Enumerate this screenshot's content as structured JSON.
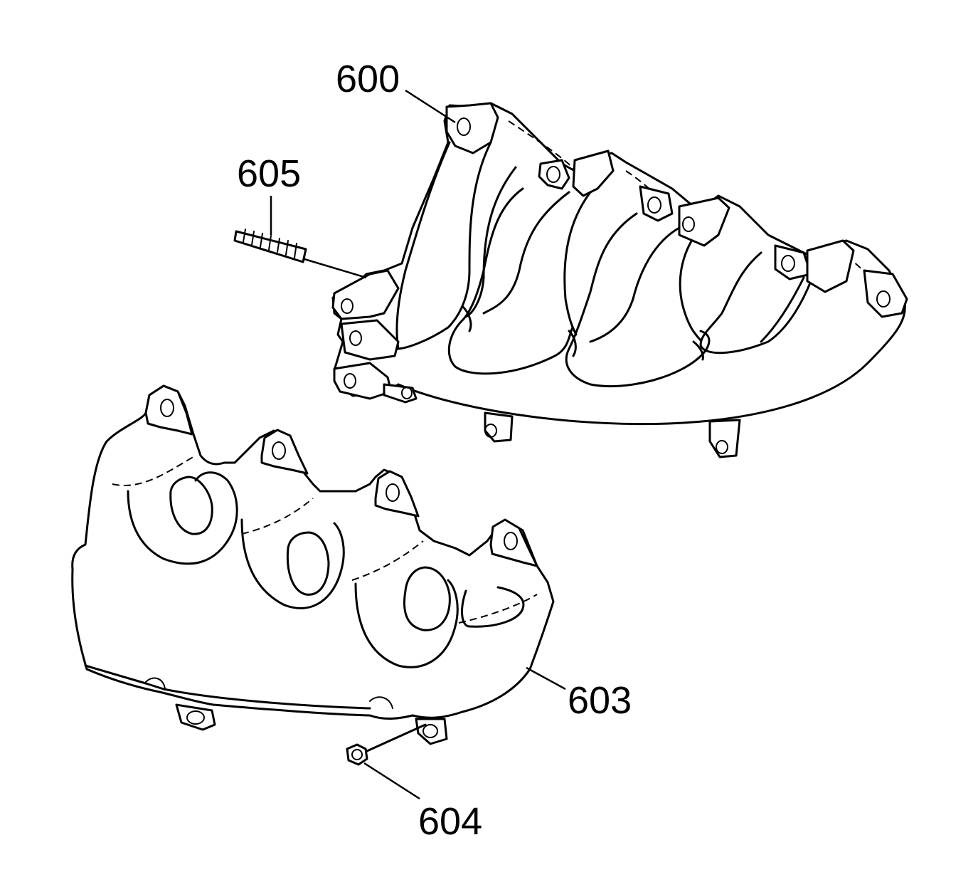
{
  "callouts": {
    "c600": "600",
    "c605": "605",
    "c603": "603",
    "c604": "604"
  },
  "colors": {
    "line": "#000000",
    "background": "#ffffff"
  }
}
